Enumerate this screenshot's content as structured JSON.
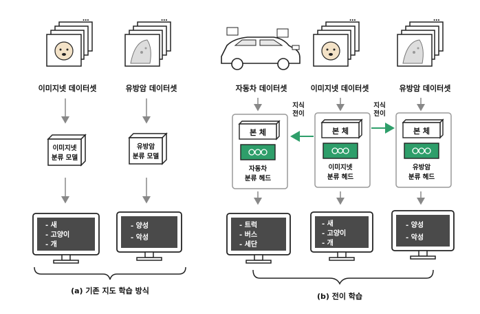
{
  "left": {
    "dataset1": "이미지넷 데이터셋",
    "dataset2": "유방암 데이터셋",
    "model1": [
      "이미지넷",
      "분류 모델"
    ],
    "model2": [
      "유방암",
      "분류 모델"
    ],
    "output1": [
      "- 새",
      "- 고양이",
      "- 개"
    ],
    "output2": [
      "- 양성",
      "- 악성"
    ],
    "caption": "(a) 기존 지도 학습 방식"
  },
  "right": {
    "dataset_car": "자동차 데이터셋",
    "dataset_imagenet": "이미지넷 데이터셋",
    "dataset_cancer": "유방암 데이터셋",
    "body_label": "본 체",
    "transfer_label": [
      "지식",
      "전이"
    ],
    "head_car": [
      "자동차",
      "분류 헤드"
    ],
    "head_imagenet": [
      "이미지넷",
      "분류 헤드"
    ],
    "head_cancer": [
      "유방암",
      "분류 헤드"
    ],
    "output_car": [
      "- 트럭",
      "- 버스",
      "- 세단"
    ],
    "output_imagenet": [
      "- 새",
      "- 고양이",
      "- 개"
    ],
    "output_cancer": [
      "- 양성",
      "- 악성"
    ],
    "caption": "(b) 전이 학습"
  },
  "colors": {
    "green": "#2e9e6a",
    "green_light": "#cfeadb",
    "monitor_screen": "#4a4a4a",
    "arrow": "#888888"
  }
}
